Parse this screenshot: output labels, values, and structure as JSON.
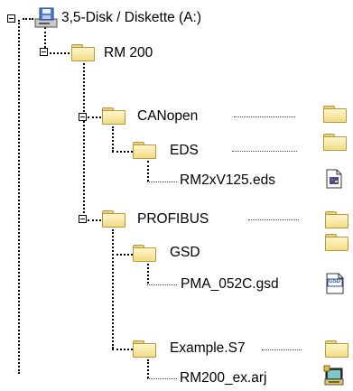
{
  "tree": {
    "drive_label": "3,5-Disk / Diskette (A:)",
    "rm_label": "RM 200",
    "canopen_label": "CANopen",
    "eds_label": "EDS",
    "eds_file_label": "RM2xV125.eds",
    "profibus_label": "PROFIBUS",
    "gsd_label": "GSD",
    "gsd_file_label": "PMA_052C.gsd",
    "gsd_badge": "GSD",
    "example_label": "Example.S7",
    "arj_file_label": "RM200_ex.arj"
  }
}
